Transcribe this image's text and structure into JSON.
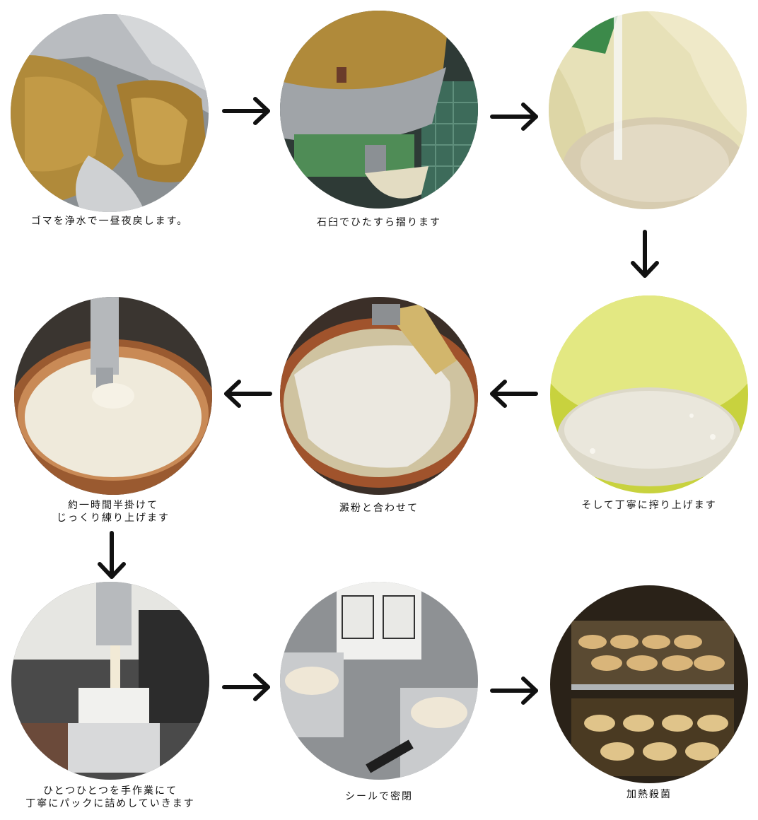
{
  "steps": [
    {
      "caption": "ゴマを浄水で一昼夜戻します。",
      "photo": "soaked sesame seeds"
    },
    {
      "caption": "石臼でひたすら摺ります",
      "photo": "stone mill grinding sesame"
    },
    {
      "caption": "",
      "photo": "water poured onto ground sesame"
    },
    {
      "caption": "そして丁寧に搾り上げます",
      "photo": "squeezed sesame milk"
    },
    {
      "caption": "澱粉と合わせて",
      "photo": "starch added to copper pot"
    },
    {
      "caption": "約一時間半掛けて\nじっくり練り上げます",
      "photo": "kneading in copper pot"
    },
    {
      "caption": "ひとつひとつを手作業にて\n丁寧にパックに詰めしていきます",
      "photo": "filling cups by hand"
    },
    {
      "caption": "シールで密閉",
      "photo": "sealing machine"
    },
    {
      "caption": "加熱殺菌",
      "photo": "heat sterilization"
    }
  ],
  "arrows": [
    "arrow-right-icon",
    "arrow-right-icon",
    "arrow-down-icon",
    "arrow-left-icon",
    "arrow-left-icon",
    "arrow-down-icon",
    "arrow-right-icon",
    "arrow-right-icon"
  ]
}
